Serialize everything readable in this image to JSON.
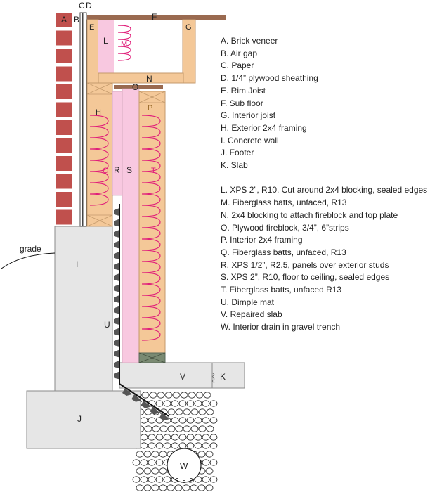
{
  "diagram": {
    "title": "",
    "markers": {
      "A": "A",
      "B": "B",
      "C": "C",
      "D": "D",
      "E": "E",
      "F": "F",
      "G": "G",
      "H": "H",
      "I": "I",
      "J": "J",
      "K": "K",
      "L": "L",
      "M": "M",
      "N": "N",
      "O": "O",
      "P": "P",
      "Q": "Q",
      "R": "R",
      "S": "S",
      "T": "T",
      "U": "U",
      "V": "V",
      "W": "W"
    },
    "grade_label": "grade",
    "colors": {
      "brick": "#c0504d",
      "wood": "#f4c898",
      "wood_edge": "#c49a6c",
      "xps": "#f8c8e0",
      "fiberglass_line": "#e0207a",
      "concrete": "#e6e6e6",
      "dimple": "#555555",
      "slab_edge": "#5a6a5a",
      "floor_board": "#9a6a50"
    }
  },
  "legend": {
    "group1": [
      "A. Brick veneer",
      "B. Air gap",
      "C. Paper",
      "D. 1/4” plywood sheathing",
      "E. Rim Joist",
      "F. Sub floor",
      "G. Interior joist",
      "H. Exterior 2x4 framing",
      "I. Concrete wall",
      "J. Footer",
      "K. Slab"
    ],
    "group2": [
      "L. XPS 2”, R10. Cut around 2x4 blocking, sealed edges",
      "M. Fiberglass batts, unfaced, R13",
      "N. 2x4 blocking to attach fireblock and top plate",
      "O. Plywood fireblock, 3/4”, 6”strips",
      "P. Interior 2x4 framing",
      "Q. Fiberglass batts, unfaced, R13",
      "R. XPS 1/2”, R2.5, panels over exterior studs",
      "S. XPS 2”, R10, floor to ceiling, sealed edges",
      "T. Fiberglass batts, unfaced R13",
      "U. Dimple mat",
      "V. Repaired slab",
      "W. Interior drain in gravel trench"
    ]
  }
}
